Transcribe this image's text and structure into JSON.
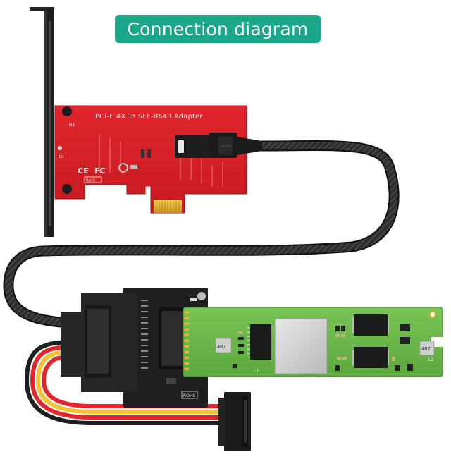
{
  "title": "Connection diagram",
  "adapter_card": {
    "silkscreen_title": "PCI-E 4X To SFF-8643 Adapter",
    "marking_h1": "H1",
    "marking_d1": "D1",
    "marking_ce": "CE",
    "marking_fcc": "FC",
    "marking_rohs": "RoHS"
  },
  "m2_board": {
    "marking_4r7_left": "4R7",
    "marking_4r7_right": "4R7",
    "marking_l1": "L1",
    "marking_l2": "L2",
    "marking_rohs": "ROHS"
  },
  "colors": {
    "title_pill": "#1aa78a",
    "adapter_pcb": "#d61f26",
    "m2_pcb": "#6bb84a",
    "cable_braid": "#2b2b2b",
    "gold_fingers": "#e3b22a",
    "wire_red": "#e2262b",
    "wire_yellow": "#f6c232",
    "wire_black": "#1e1e1e"
  }
}
